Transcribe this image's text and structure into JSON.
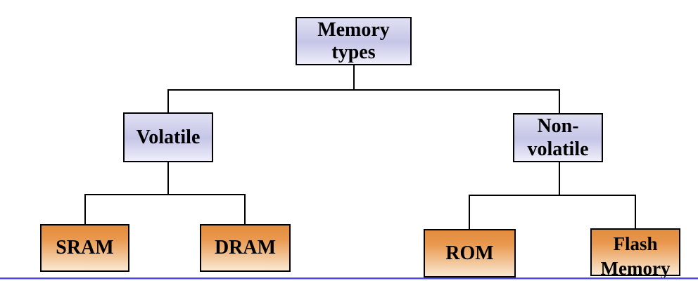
{
  "diagram": {
    "type": "tree",
    "title": "Memory types",
    "nodes": {
      "memory_types": {
        "line1": "Memory",
        "line2": "types"
      },
      "volatile": {
        "line1": "Volatile"
      },
      "non_volatile": {
        "line1": "Non-",
        "line2": "volatile"
      },
      "sram": {
        "line1": "SRAM"
      },
      "dram": {
        "line1": "DRAM"
      },
      "rom": {
        "line1": "ROM"
      },
      "flash": {
        "line1": "Flash",
        "line2": "Memory"
      }
    },
    "edges": [
      {
        "from": "Memory types",
        "to": "Volatile"
      },
      {
        "from": "Memory types",
        "to": "Non-volatile"
      },
      {
        "from": "Volatile",
        "to": "SRAM"
      },
      {
        "from": "Volatile",
        "to": "DRAM"
      },
      {
        "from": "Non-volatile",
        "to": "ROM"
      },
      {
        "from": "Non-volatile",
        "to": "Flash Memory"
      }
    ],
    "colors": {
      "category_fill_mid": "#c5c5e7",
      "category_fill_edge": "#eeeefa",
      "leaf_fill_top": "#e28c3e",
      "leaf_fill_bottom": "#f9e8d2",
      "node_border": "#000000",
      "connector": "#000000",
      "footer_rule": "#4b4bdf",
      "text": "#000000"
    }
  }
}
